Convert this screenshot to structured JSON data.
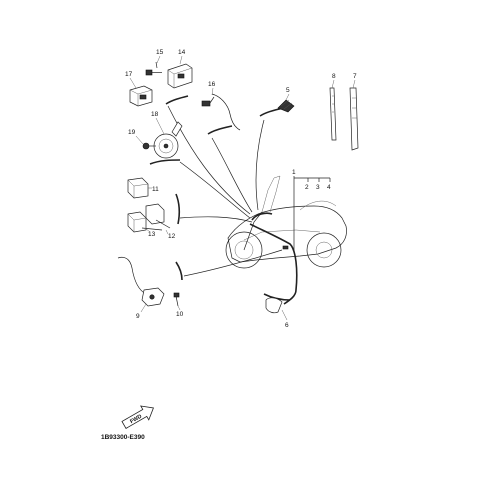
{
  "diagram_code": "1B93300-E390",
  "fwd_label": "FWD",
  "callouts": {
    "c1": "1",
    "c2": "2",
    "c3": "3",
    "c4": "4",
    "c5": "5",
    "c6": "6",
    "c7": "7",
    "c8": "8",
    "c9": "9",
    "c10": "10",
    "c11": "11",
    "c12": "12",
    "c13": "13",
    "c14": "14",
    "c15": "15",
    "c16": "16",
    "c17": "17",
    "c18": "18",
    "c19": "19"
  },
  "colors": {
    "line": "#222222",
    "background": "#ffffff"
  }
}
